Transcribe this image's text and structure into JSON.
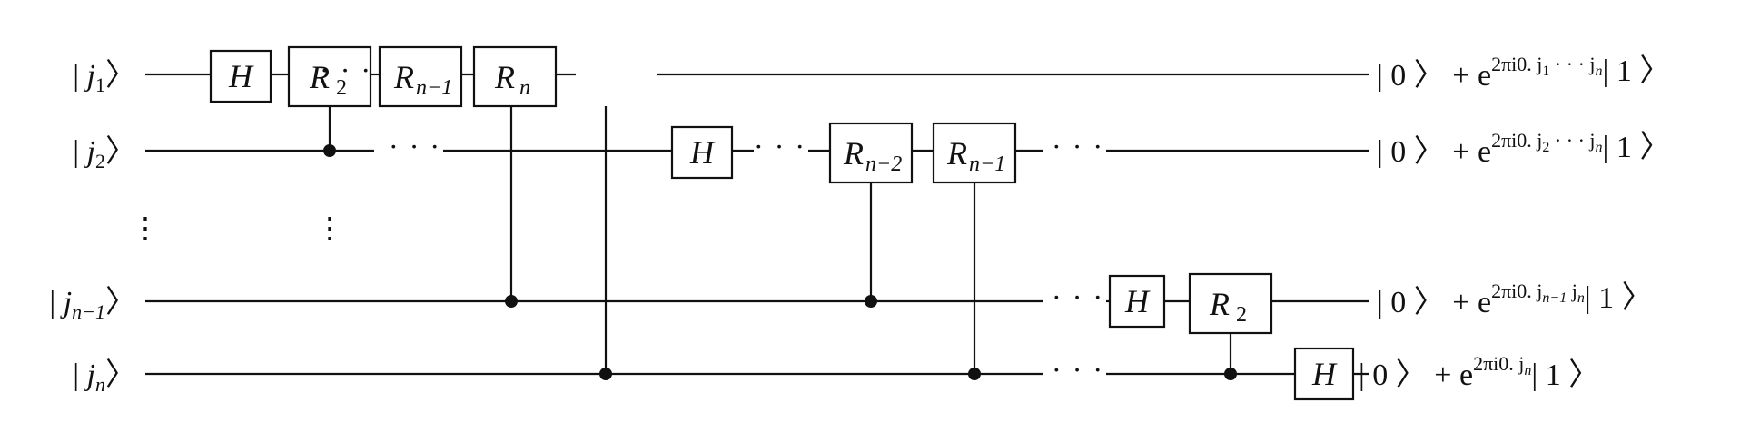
{
  "diagram": {
    "inputs": [
      {
        "id": "j1",
        "ket_open": "| ",
        "name": "j",
        "sub": "1",
        "ket_close": "〉"
      },
      {
        "id": "j2",
        "ket_open": "| ",
        "name": "j",
        "sub": "2",
        "ket_close": "〉"
      },
      {
        "id": "jn1",
        "ket_open": "| ",
        "name": "j",
        "sub": "n−1",
        "ket_close": "〉"
      },
      {
        "id": "jn",
        "ket_open": "| ",
        "name": "j",
        "sub": "n",
        "ket_close": "〉"
      }
    ],
    "vertical_ellipsis": "⋮",
    "horizontal_ellipsis": "· · ·",
    "gates": {
      "H": "H",
      "R2": {
        "base": "R",
        "sub": "2"
      },
      "Rn1": {
        "base": "R",
        "sub": "n−1"
      },
      "Rn": {
        "base": "R",
        "sub": "n"
      },
      "Rn2": {
        "base": "R",
        "sub": "n−2"
      }
    },
    "outputs": [
      {
        "pre": "| 0 〉 + e",
        "exp": "2πi0. j",
        "exp_sub1": "1",
        "exp_mid": " · · · j",
        "exp_sub2": "n",
        "post": "| 1 〉"
      },
      {
        "pre": "| 0 〉 + e",
        "exp": "2πi0. j",
        "exp_sub1": "2",
        "exp_mid": " · · · j",
        "exp_sub2": "n",
        "post": "| 1 〉"
      },
      {
        "pre": "| 0 〉 + e",
        "exp": "2πi0. j",
        "exp_sub1": "n−1",
        "exp_mid": " j",
        "exp_sub2": "n",
        "post": "| 1 〉"
      },
      {
        "pre": "| 0 〉 + e",
        "exp": "2πi0. j",
        "exp_sub1": "n",
        "exp_mid": "",
        "exp_sub2": "",
        "post": "| 1 〉"
      }
    ]
  }
}
